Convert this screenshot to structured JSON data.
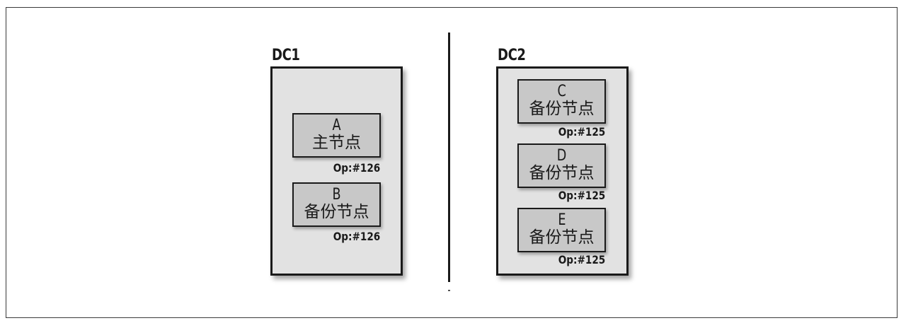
{
  "dcs": [
    {
      "label": "DC1",
      "nodes": [
        {
          "id": "A",
          "role": "主节点",
          "op": "Op:#126"
        },
        {
          "id": "B",
          "role": "备份节点",
          "op": "Op:#126"
        }
      ]
    },
    {
      "label": "DC2",
      "nodes": [
        {
          "id": "C",
          "role": "备份节点",
          "op": "Op:#125"
        },
        {
          "id": "D",
          "role": "备份节点",
          "op": "Op:#125"
        },
        {
          "id": "E",
          "role": "备份节点",
          "op": "Op:#125"
        }
      ]
    }
  ]
}
